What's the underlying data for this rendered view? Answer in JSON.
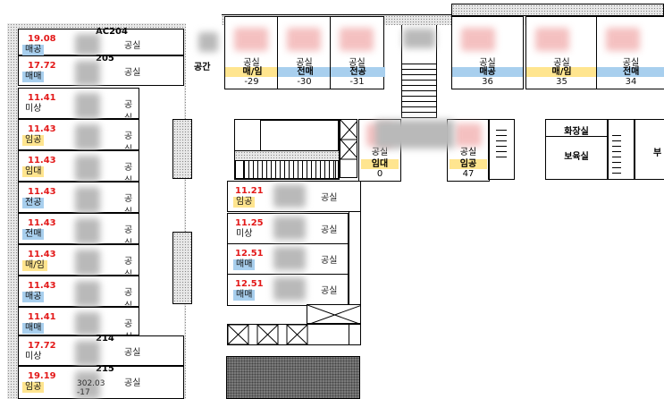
{
  "left_rooms": [
    {
      "code": "AC204",
      "area": "19.08",
      "status": "매공",
      "label": "공실",
      "tone": "blue"
    },
    {
      "code": "205",
      "area": "17.72",
      "status": "매매",
      "label": "공실",
      "tone": "blue"
    },
    {
      "code": "",
      "area": "11.41",
      "status": "미상",
      "label": "공실",
      "tone": "none"
    },
    {
      "code": "",
      "area": "11.43",
      "status": "임공",
      "label": "공실",
      "tone": "yellow"
    },
    {
      "code": "",
      "area": "11.43",
      "status": "임대",
      "label": "공실",
      "tone": "yellow"
    },
    {
      "code": "",
      "area": "11.43",
      "status": "전공",
      "label": "공실",
      "tone": "blue"
    },
    {
      "code": "",
      "area": "11.43",
      "status": "전매",
      "label": "공실",
      "tone": "blue"
    },
    {
      "code": "",
      "area": "11.43",
      "status": "매/임",
      "label": "공실",
      "tone": "yellow"
    },
    {
      "code": "",
      "area": "11.43",
      "status": "매공",
      "label": "공실",
      "tone": "blue"
    },
    {
      "code": "",
      "area": "11.41",
      "status": "매매",
      "label": "공실",
      "tone": "blue"
    },
    {
      "code": "214",
      "area": "17.72",
      "status": "미상",
      "label": "공실",
      "tone": "none"
    },
    {
      "code": "215",
      "area": "19.19",
      "status": "임공",
      "label": "공실",
      "tone": "yellow"
    }
  ],
  "left_footer": {
    "area_partial": "302.03",
    "num": "-17"
  },
  "space_label": "공간",
  "top_units": [
    {
      "label": "공실",
      "status": "매/임",
      "num": "-29",
      "tone": "yellow"
    },
    {
      "label": "공실",
      "status": "전매",
      "num": "-30",
      "tone": "blue"
    },
    {
      "label": "공실",
      "status": "전공",
      "num": "-31",
      "tone": "blue"
    },
    {
      "label": "공실",
      "status": "매공",
      "num": "36",
      "tone": "blue"
    },
    {
      "label": "공실",
      "status": "매/임",
      "num": "35",
      "tone": "yellow"
    },
    {
      "label": "공실",
      "status": "전매",
      "num": "34",
      "tone": "blue"
    }
  ],
  "mid_units": [
    {
      "label": "공실",
      "status": "임대",
      "num": "0",
      "tone": "yellow"
    },
    {
      "label": "공실",
      "status": "임공",
      "num": "47",
      "tone": "yellow"
    }
  ],
  "center_rooms": [
    {
      "area": "11.21",
      "status": "임공",
      "label": "공실",
      "tone": "yellow"
    },
    {
      "area": "11.25",
      "status": "미상",
      "label": "공실",
      "tone": "none"
    },
    {
      "area": "12.51",
      "status": "매매",
      "label": "공실",
      "tone": "blue"
    },
    {
      "area": "12.51",
      "status": "매매",
      "label": "공실",
      "tone": "blue"
    }
  ],
  "right_rooms": {
    "restroom": "화장실",
    "nursing": "보육실",
    "edge": "부"
  },
  "colors": {
    "area_red": "#e31919",
    "status_blue": "#a8cfee",
    "status_yellow": "#ffe58f"
  }
}
